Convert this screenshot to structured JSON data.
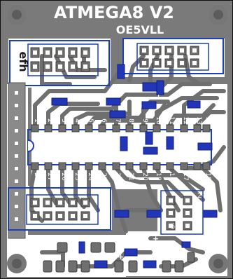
{
  "board": {
    "title": "ATMEGA8  V2",
    "callsign": "OE5VLL",
    "header_label": "efh",
    "ic_pins_top": [
      "1",
      "2",
      "3",
      "4",
      "5",
      "6",
      "7",
      "8",
      "9",
      "10",
      "11",
      "12",
      "13",
      "14"
    ],
    "ic_pins_bottom": [
      "28",
      "27",
      "26",
      "25",
      "24",
      "23",
      "22",
      "21",
      "20",
      "19",
      "18",
      "17",
      "16",
      "15"
    ],
    "connector_labels": [
      "2",
      "1",
      "5"
    ],
    "polarity_marks": [
      "+",
      "+",
      "+",
      "+",
      "+"
    ]
  },
  "colors": {
    "copper": "#6f6f6f",
    "copper_dark": "#3c3c3c",
    "outline": "#1a3fc0",
    "pad_blue": "#2236b8",
    "board": "#ffffff",
    "silk": "#ffffff"
  },
  "icons": {
    "mounting_hole": "mounting-hole-icon",
    "ic_notch": "ic-notch-icon"
  }
}
